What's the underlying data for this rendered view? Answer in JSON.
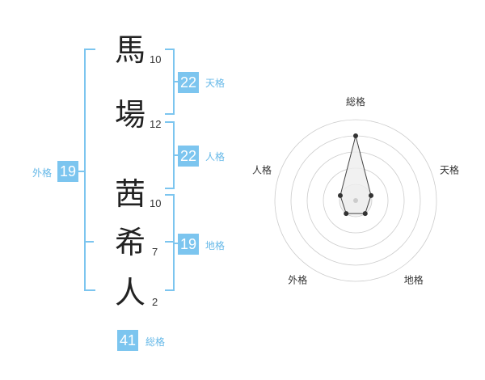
{
  "name": {
    "chars": [
      {
        "char": "馬",
        "strokes": "10"
      },
      {
        "char": "場",
        "strokes": "12"
      },
      {
        "char": "茜",
        "strokes": "10"
      },
      {
        "char": "希",
        "strokes": "7"
      },
      {
        "char": "人",
        "strokes": "2"
      }
    ]
  },
  "kakusu": {
    "tenkaku": {
      "value": "22",
      "label": "天格"
    },
    "jinkaku": {
      "value": "22",
      "label": "人格"
    },
    "chikaku": {
      "value": "19",
      "label": "地格"
    },
    "gaikaku": {
      "value": "19",
      "label": "外格"
    },
    "soukaku": {
      "value": "41",
      "label": "総格"
    }
  },
  "radar": {
    "axes": [
      "総格",
      "天格",
      "地格",
      "外格",
      "人格"
    ],
    "values": [
      4,
      1,
      1,
      1,
      1
    ],
    "max": 5,
    "colors": {
      "ring": "#cccccc",
      "fill": "#eeeeee",
      "line": "#444444",
      "dot": "#333333"
    }
  },
  "colors": {
    "accent": "#7cc5ef",
    "accent_text": "#67b9e8"
  }
}
